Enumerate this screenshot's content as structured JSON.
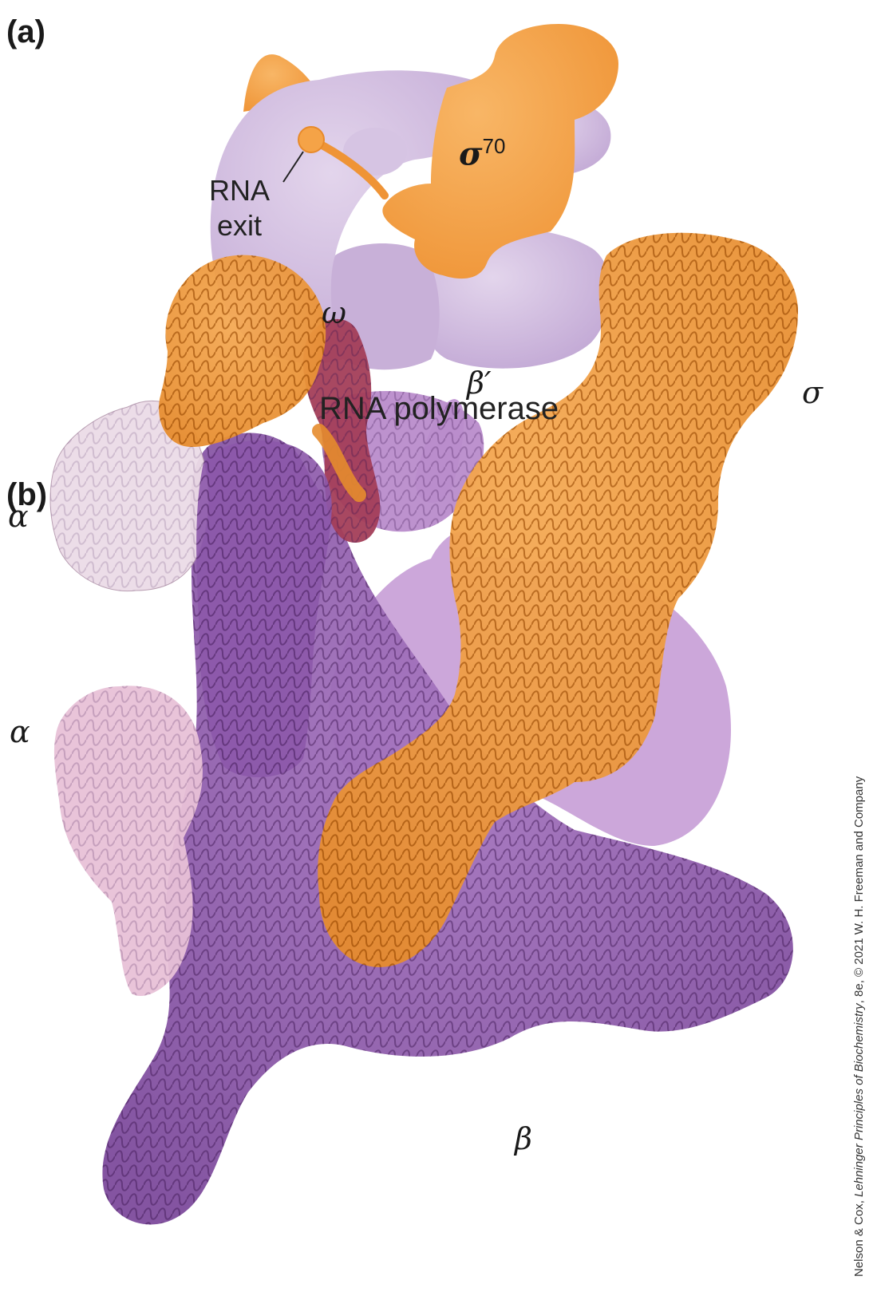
{
  "panel_a": {
    "label": "(a)",
    "sigma_symbol": "σ",
    "sigma_superscript": "70",
    "rna_exit_line1": "RNA",
    "rna_exit_line2": "exit",
    "caption": "RNA polymerase"
  },
  "panel_b": {
    "label": "(b)",
    "omega": "ω",
    "beta_prime": "β′",
    "sigma": "σ",
    "alpha_top": "α",
    "alpha_bottom": "α",
    "beta": "β"
  },
  "credit": {
    "prefix": "Nelson & Cox, ",
    "book_title": "Lehninger Principles of Biochemistry",
    "suffix": ", 8e, © 2021 W. H. Freeman and Company"
  },
  "colors": {
    "polymerase_lavender": "#cdb6dd",
    "sigma_orange": "#f5a347",
    "beta_purple": "#8f5bab",
    "omega_maroon": "#9e3a52",
    "alpha_pink": "#e2b9d2",
    "alpha_light": "#ead8e4"
  }
}
